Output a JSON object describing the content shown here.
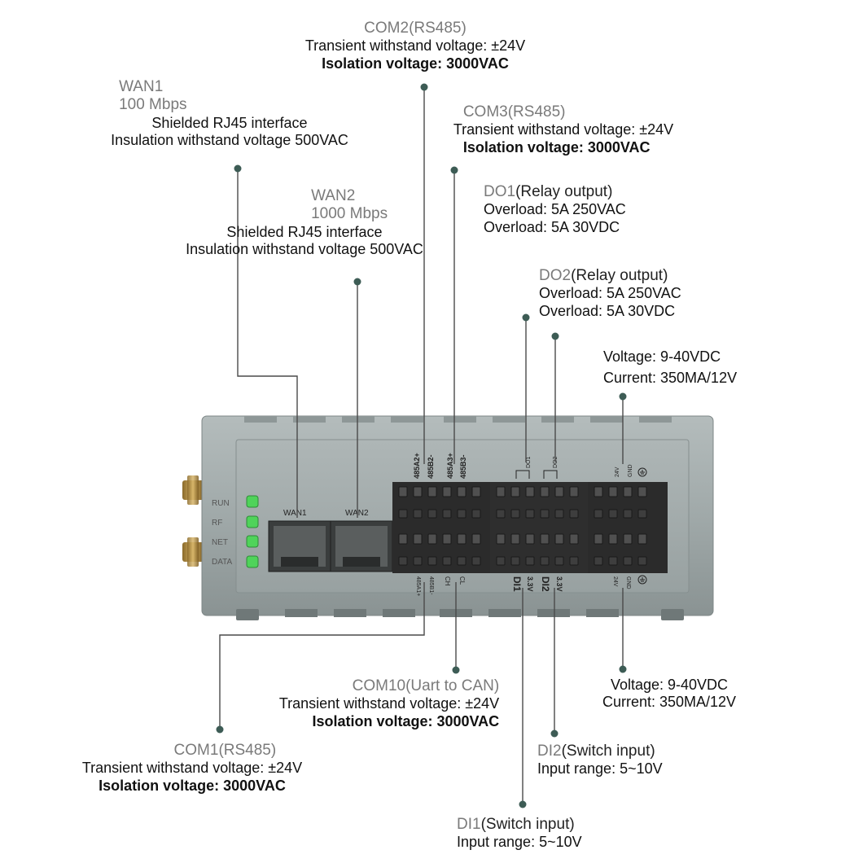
{
  "callouts": {
    "com2": {
      "title": "COM2",
      "sub": "(RS485)",
      "lines": [
        "Transient withstand voltage: ±24V",
        "Isolation voltage: 3000VAC"
      ]
    },
    "wan1": {
      "title": "WAN1",
      "speed": "100 Mbps",
      "lines": [
        "Shielded RJ45 interface",
        "Insulation withstand voltage 500VAC"
      ]
    },
    "com3": {
      "title": "COM3",
      "sub": "(RS485)",
      "lines": [
        "Transient withstand voltage: ±24V",
        "Isolation voltage: 3000VAC"
      ]
    },
    "wan2": {
      "title": "WAN2",
      "speed": "1000 Mbps",
      "lines": [
        "Shielded RJ45 interface",
        "Insulation withstand voltage 500VAC"
      ]
    },
    "do1": {
      "title": "DO1",
      "sub": "(Relay output)",
      "lines": [
        "Overload: 5A 250VAC",
        "Overload: 5A 30VDC"
      ]
    },
    "do2": {
      "title": "DO2",
      "sub": "(Relay output)",
      "lines": [
        "Overload: 5A 250VAC",
        "Overload: 5A 30VDC"
      ]
    },
    "power_top": {
      "lines": [
        "Voltage: 9-40VDC",
        "Current: 350MA/12V"
      ]
    },
    "com10": {
      "title": "COM10",
      "sub": "(Uart to CAN)",
      "lines": [
        "Transient withstand voltage: ±24V",
        "Isolation voltage: 3000VAC"
      ]
    },
    "power_bottom": {
      "lines": [
        "Voltage: 9-40VDC",
        "Current: 350MA/12V"
      ]
    },
    "di2": {
      "title": "DI2",
      "sub": "(Switch input)",
      "lines": [
        "Input range: 5~10V"
      ]
    },
    "com1": {
      "title": "COM1",
      "sub": "(RS485)",
      "lines": [
        "Transient withstand voltage: ±24V",
        "Isolation voltage: 3000VAC"
      ]
    },
    "di1": {
      "title": "DI1",
      "sub": "(Switch input)",
      "lines": [
        "Input range: 5~10V"
      ]
    }
  },
  "device": {
    "leds": [
      "RUN",
      "RF",
      "NET",
      "DATA"
    ],
    "ports": [
      "WAN1",
      "WAN2"
    ],
    "top_labels": [
      "485A2+",
      "485B2-",
      "485A3+",
      "485B3-"
    ],
    "relay_labels": [
      "DO1",
      "DO2"
    ],
    "power_top_labels": [
      "24V",
      "GND"
    ],
    "bottom_small_labels": [
      "485A1+",
      "485B1-",
      "CH",
      "CL"
    ],
    "di_labels": [
      "DI1",
      "3.3V",
      "DI2",
      "3.3V"
    ],
    "power_bottom_labels": [
      "24V",
      "GND"
    ]
  },
  "colors": {
    "wire": "#4a4a4a",
    "dot": "#3d5c55",
    "led": "#4fd35a",
    "body": "#9aa3a3",
    "block": "#2b2b2b"
  }
}
